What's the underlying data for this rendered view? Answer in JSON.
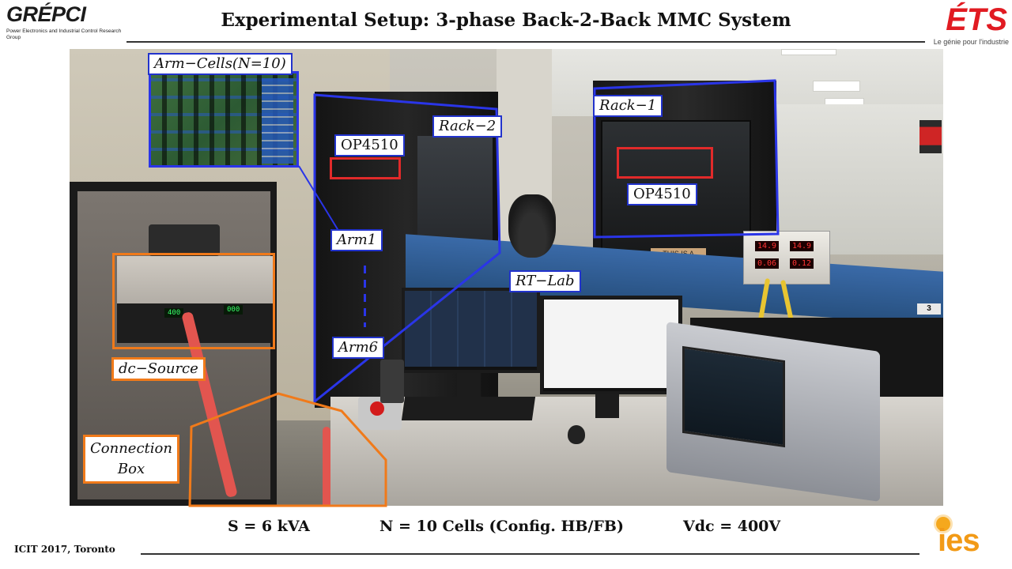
{
  "header": {
    "left_logo_name": "GRÉPCI",
    "left_logo_subtitle": "Power Electronics and Industrial Control Research Group",
    "title": "Experimental Setup: 3-phase Back-2-Back MMC System",
    "right_logo_name": "ÉTS",
    "right_logo_tagline": "Le génie pour l'industrie"
  },
  "labels": {
    "arm_cells": "Arm−Cells(N=10)",
    "rack2": "Rack−2",
    "rack1": "Rack−1",
    "op4510_left": "OP4510",
    "op4510_right": "OP4510",
    "arm1": "Arm1",
    "arm6": "Arm6",
    "rt_lab": "RT−Lab",
    "dc_source": "dc−Source",
    "connection_box": "Connection Box"
  },
  "instruments": {
    "source_voltage_display": "400",
    "source_current_display": "000",
    "psu_display_1": "14.9",
    "psu_display_2": "14.9",
    "psu_display_3": "0.06",
    "psu_display_4": "0.12",
    "bench_number": "3",
    "rack_sign": "THIS IS A"
  },
  "specs": {
    "power": "S = 6 kVA",
    "cells": "N = 10 Cells (Config. HB/FB)",
    "vdc": "Vdc = 400V"
  },
  "footer": {
    "conference": "ICIT 2017, Toronto",
    "right_logo_name": "ies"
  },
  "colors": {
    "annotation_blue": "#2a35e8",
    "annotation_red": "#e12a2a",
    "annotation_orange": "#f07a1a",
    "ets_red": "#e11b22",
    "ies_orange": "#f29a16"
  }
}
